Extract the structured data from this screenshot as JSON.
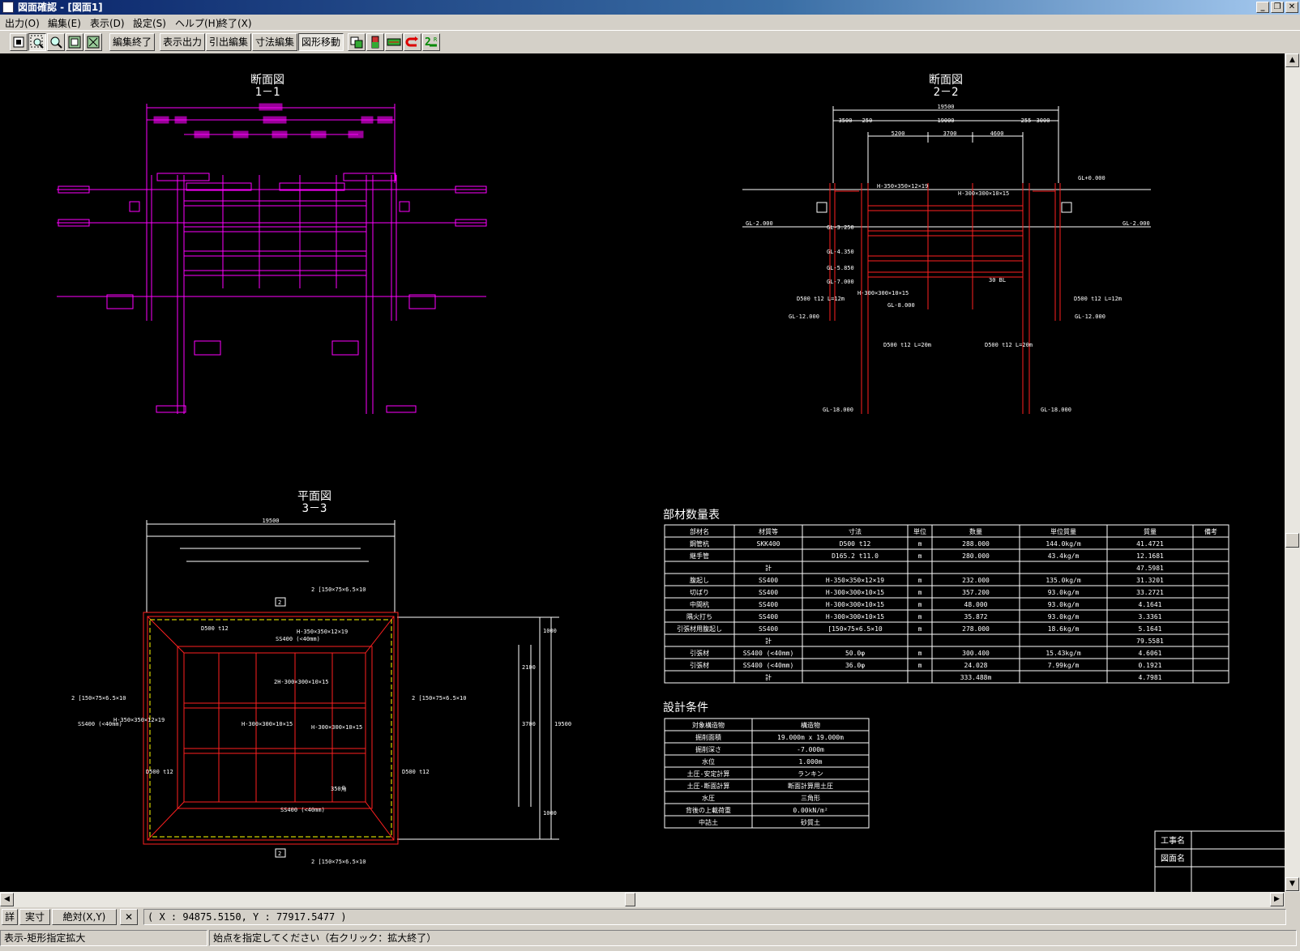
{
  "window": {
    "title": "図面確認 - [図面1]",
    "min": "_",
    "restore": "❐",
    "close": "✕"
  },
  "menu": [
    "出力(O)",
    "編集(E)",
    "表示(D)",
    "設定(S)",
    "ヘルプ(H)",
    "終了(X)"
  ],
  "toolbar": {
    "edit_end": "編集終了",
    "display_output": "表示出力",
    "leader_edit": "引出編集",
    "dim_edit": "寸法編集",
    "figure_move": "図形移動"
  },
  "drawing": {
    "sec1": {
      "title": "断面図",
      "sub": "1－1"
    },
    "sec2": {
      "title": "断面図",
      "sub": "2－2",
      "overall": "19500",
      "dims": [
        "3500",
        "250",
        "19000",
        "255",
        "3000"
      ],
      "inner": [
        "5200",
        "3700",
        "4600"
      ],
      "levels": [
        "GL+0.000",
        "GL-2.000",
        "GL-3.250",
        "GL-4.350",
        "GL-5.850",
        "GL-7.000",
        "GL-18.000"
      ],
      "labels": [
        "H-350×350×12×19",
        "H-300×300×10×15",
        "D500 t12 L=12m",
        "D500 t12 L=20m",
        "30 BL",
        "GL-8.000",
        "GL-12.000"
      ]
    },
    "plan": {
      "title": "平面図",
      "sub": "3－3",
      "overall": "19500",
      "labels": [
        "2 [150×75×6.5×10",
        "H-350×350×12×19",
        "2H-300×300×10×15",
        "H-300×300×10×15",
        "SS400 (<40mm)",
        "D500 t12",
        "350角",
        "2"
      ],
      "rdims": [
        "1000",
        "1000",
        "2100",
        "3700",
        "19500"
      ]
    }
  },
  "materials_table": {
    "title": "部材数量表",
    "headers": [
      "部材名",
      "材質等",
      "寸法",
      "単位",
      "数量",
      "単位質量",
      "質量",
      "備考"
    ],
    "rows": [
      [
        "鋼管杭",
        "SKK400",
        "D500 t12",
        "m",
        "288.000",
        "144.0kg/m",
        "41.4721",
        ""
      ],
      [
        "継手管",
        "",
        "D165.2 t11.0",
        "m",
        "280.000",
        "43.4kg/m",
        "12.1681",
        ""
      ],
      [
        "",
        "計",
        "",
        "",
        "",
        "",
        "47.5981",
        ""
      ],
      [
        "腹起し",
        "SS400",
        "H-350×350×12×19",
        "m",
        "232.000",
        "135.0kg/m",
        "31.3201",
        ""
      ],
      [
        "切ばり",
        "SS400",
        "H-300×300×10×15",
        "m",
        "357.200",
        "93.0kg/m",
        "33.2721",
        ""
      ],
      [
        "中間杭",
        "SS400",
        "H-300×300×10×15",
        "m",
        "48.000",
        "93.0kg/m",
        "4.1641",
        ""
      ],
      [
        "隅火打ち",
        "SS400",
        "H-300×300×10×15",
        "m",
        "35.872",
        "93.0kg/m",
        "3.3361",
        ""
      ],
      [
        "引張材用腹起し",
        "SS400",
        "[150×75×6.5×10",
        "m",
        "278.000",
        "18.6kg/m",
        "5.1641",
        ""
      ],
      [
        "",
        "計",
        "",
        "",
        "",
        "",
        "79.5581",
        ""
      ],
      [
        "引張材",
        "SS400 (<40mm)",
        "50.0φ",
        "m",
        "300.400",
        "15.43kg/m",
        "4.6061",
        ""
      ],
      [
        "引張材",
        "SS400 (<40mm)",
        "36.0φ",
        "m",
        "24.028",
        "7.99kg/m",
        "0.1921",
        ""
      ],
      [
        "",
        "計",
        "",
        "",
        "333.488m",
        "",
        "4.7981",
        ""
      ]
    ]
  },
  "design_table": {
    "title": "設計条件",
    "rows": [
      [
        "対象構造物",
        "構造物"
      ],
      [
        "掘削面積",
        "19.000m x 19.000m"
      ],
      [
        "掘削深さ",
        "-7.000m"
      ],
      [
        "水位",
        "1.000m"
      ],
      [
        "土圧-安定計算",
        "ランキン"
      ],
      [
        "土圧-断面計算",
        "断面計算用土圧"
      ],
      [
        "水圧",
        "三角形"
      ],
      [
        "背後の上載荷重",
        "0.00kN/m²"
      ],
      [
        "中詰土",
        "砂質土"
      ]
    ]
  },
  "title_block": {
    "project": "工事名",
    "drawing": "図面名"
  },
  "coords": {
    "mode_detail": "詳",
    "mode_real": "実寸",
    "mode_abs": "絶対(X,Y)",
    "close": "✕",
    "text": "( X : 94875.5150, Y : 77917.5477 )"
  },
  "status": {
    "left": "表示-矩形指定拡大",
    "right": "始点を指定してください（右クリック：拡大終了）"
  },
  "colors": {
    "magenta": "#ff00ff",
    "red": "#ff2020",
    "white": "#ffffff",
    "yellow": "#ffff00"
  }
}
